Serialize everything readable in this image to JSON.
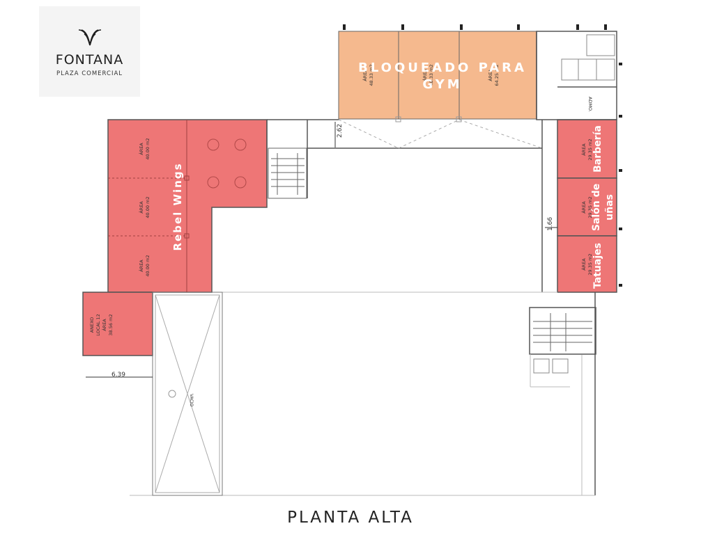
{
  "logo": {
    "name": "FONTANA",
    "subtitle": "PLAZA COMERCIAL",
    "icon": "fontana-wave-icon"
  },
  "plan_title": "PLANTA ALTA",
  "colors": {
    "leased": "#ee7676",
    "blocked": "#f5b98e",
    "wall": "#555555",
    "background": "#ffffff"
  },
  "tenants": {
    "gym": "BLOQUEADO PARA GYM",
    "rebel": "Rebel Wings",
    "barberia": "Barbería",
    "salon_line1": "Salón de",
    "salon_line2": "uñas",
    "tatuajes": "Tatuajes"
  },
  "units": {
    "left_top": {
      "label": "ÁREA",
      "area": "40.00 m2"
    },
    "left_mid": {
      "label": "ÁREA",
      "area": "40.00 m2"
    },
    "left_bot": {
      "label": "ÁREA",
      "area": "40.00 m2"
    },
    "anexo": {
      "line1": "ANEXO",
      "line2": "LOCAL 12",
      "label": "ÁREA",
      "area": "38.56 m2"
    },
    "top_1": {
      "label": "ÁREA",
      "area": "48.33 m2"
    },
    "top_2": {
      "label": "ÁREA",
      "area": "48.33 m2"
    },
    "top_3": {
      "label": "ÁREA",
      "area": "64.25 m2"
    },
    "right_1": {
      "label": "ÁREA",
      "area": "29.35 m2"
    },
    "right_2": {
      "label": "ÁREA",
      "area": "29.35 m2"
    },
    "right_3": {
      "label": "ÁREA",
      "area": "29.35 m2"
    },
    "admo": "ADMO.",
    "vacio": "VACIO"
  },
  "dimensions": {
    "d1": "2.62",
    "d2": "1.66",
    "d3": "6.39"
  }
}
